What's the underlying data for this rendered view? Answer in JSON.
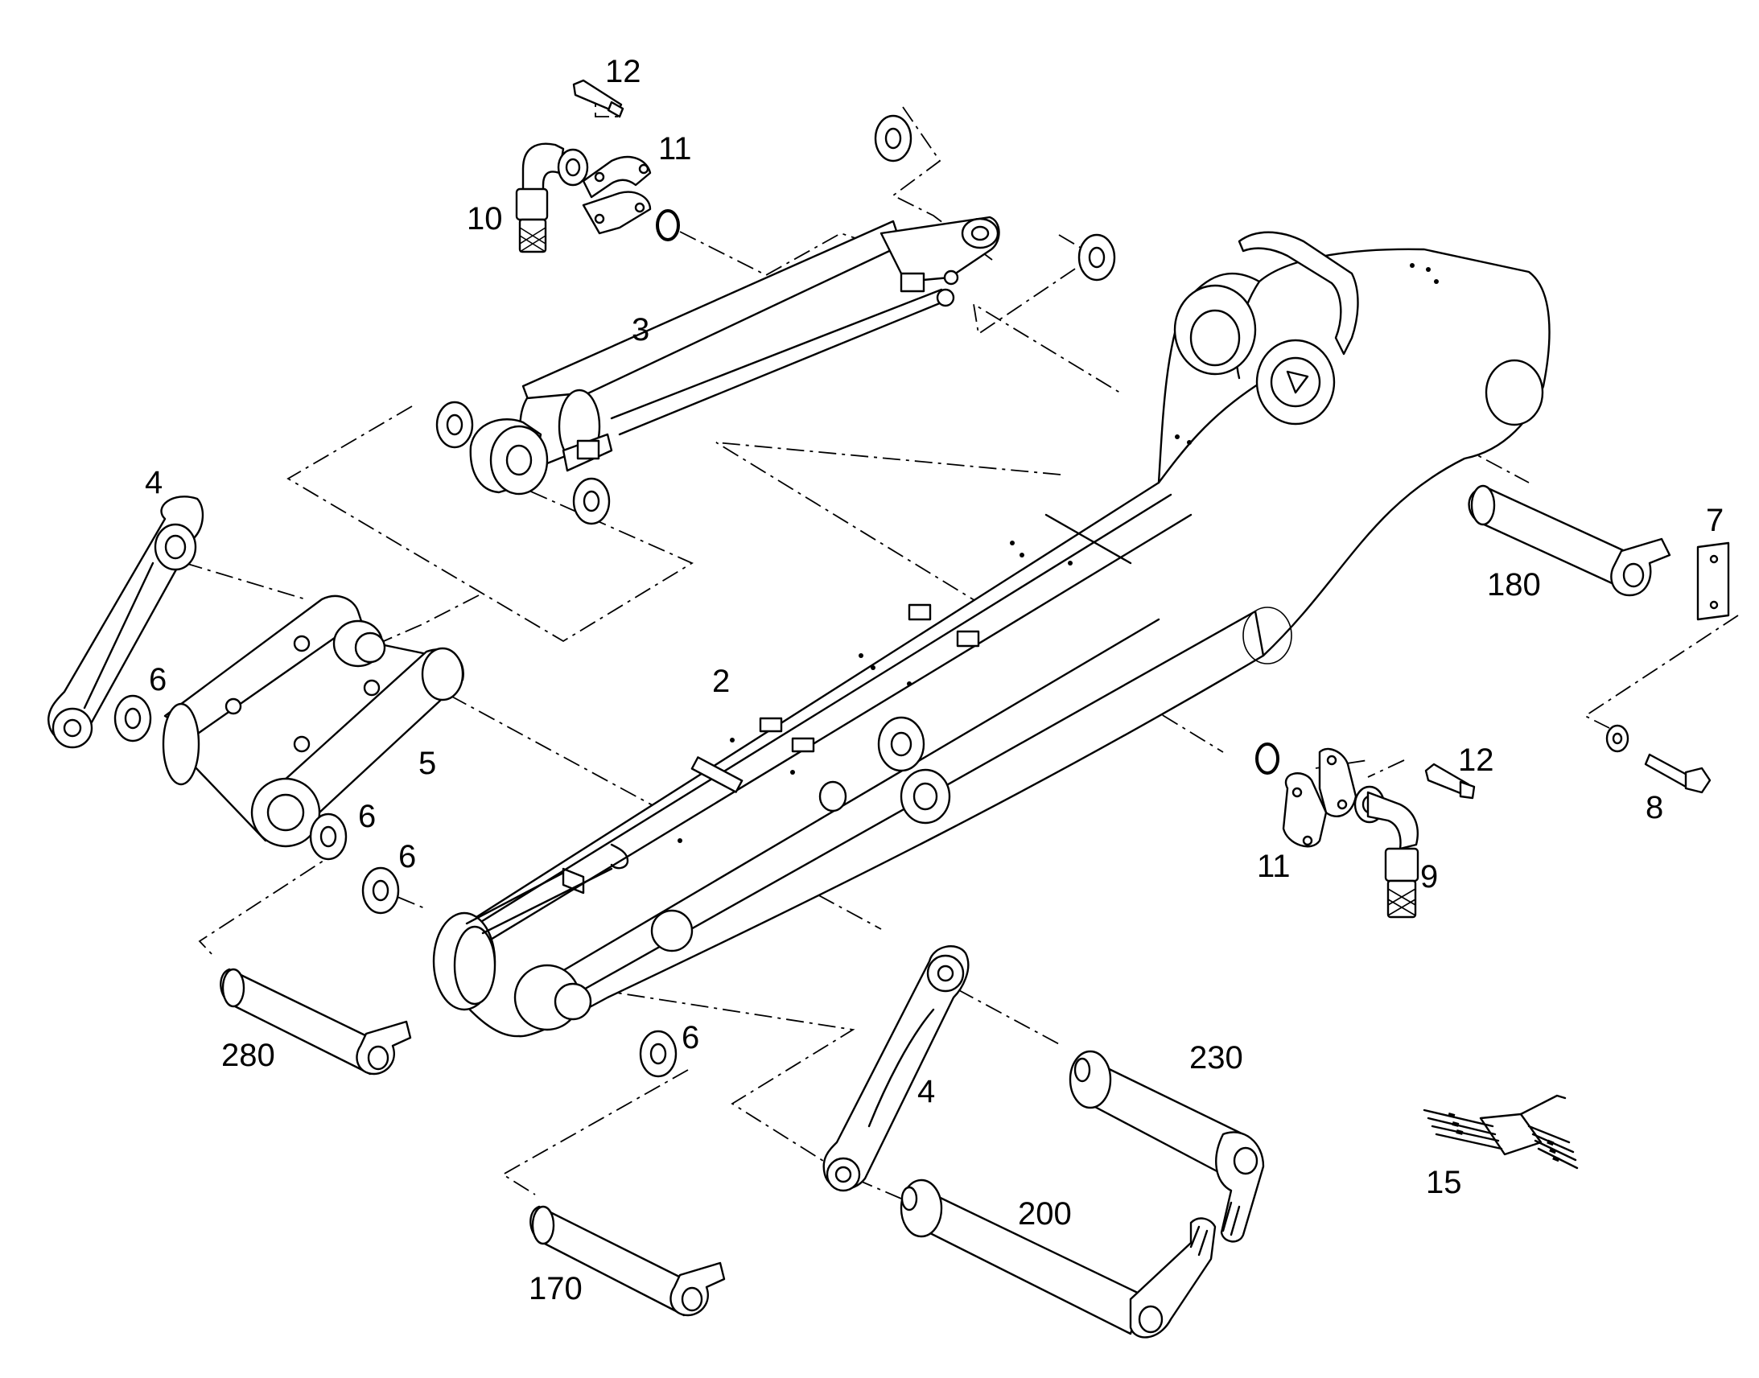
{
  "labels": {
    "l12_top": "12",
    "l11_top": "11",
    "l10": "10",
    "l3": "3",
    "l4_left": "4",
    "l6_a": "6",
    "l5": "5",
    "l6_b": "6",
    "l6_c": "6",
    "l2": "2",
    "l280": "280",
    "l6_d": "6",
    "l4_bottom": "4",
    "l170": "170",
    "l230": "230",
    "l200": "200",
    "l180": "180",
    "l7": "7",
    "l8": "8",
    "l12_right": "12",
    "l11_right": "11",
    "l9": "9",
    "l15": "15"
  }
}
